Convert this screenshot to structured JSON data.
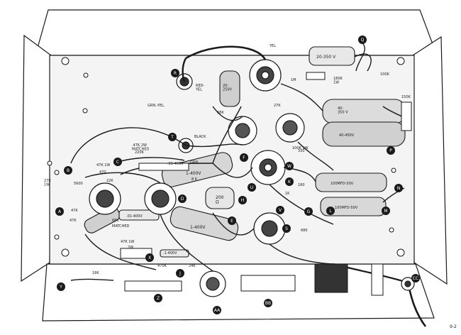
{
  "diagram": {
    "page_code": "9-2",
    "upper_labels": {
      "yel": "YEL",
      "cap_20_350": "20-350 V",
      "cap_20_250": "20-\n250V",
      "res_180k": "180K\n1W",
      "red_yel": "RED-\nYEL",
      "res_1m": "1M",
      "res_100k": "100K",
      "res_68k": "68K",
      "res_27k": "27K",
      "res_330": "330",
      "cap_top_right": "40-\n350 V",
      "cap_40_450": "40-450V",
      "res_150k": "150K",
      "grn_yel": "GRN.-YEL.",
      "black": "BLACK",
      "grn": "GRN",
      "res_2w": "100K 1W"
    },
    "left_labels": {
      "res_47k_2w": ".47K 2W\nMATCHED",
      "res_47k_1w": "47K 1W",
      "res_470": "470",
      "res_27k_1w": "27K\n1W",
      "res_22k": "22K",
      "res_5600": "5600",
      "res_47k_a": "47K",
      "res_47k_b": "47K",
      "res_47k_c": "47K 1W",
      "matched": "MATCHED",
      "res_68k": "68K",
      "res_2w": "2W",
      "res_18k": "18K",
      "res_470k": "470K",
      "res_24k": "24K",
      "cap_01_400": ".01-400V",
      "cap_01_400b": ".01-400V",
      "cap_1_400": ".1-400V",
      "res_8k": "8 K",
      "res_220k": "220K"
    },
    "center_labels": {
      "cap_1_400_a": "1-400V",
      "cap_1_400_b": "1-400V",
      "res_200": "200\nΩ",
      "cap_100_50a": "100MFD-50V",
      "cap_100_50b": "100MFD-50V",
      "res_180": "180",
      "res_1k": "1K",
      "res_68": "68K"
    },
    "markers": {
      "a": "A",
      "b": "B",
      "c": "C",
      "d": "D",
      "e": "E",
      "f": "F",
      "g": "G",
      "h": "H",
      "j": "J",
      "k": "K",
      "l": "L",
      "m": "M",
      "n": "N",
      "p": "P",
      "q": "Q",
      "r": "R",
      "s": "S",
      "t": "T",
      "u": "U",
      "v": "V",
      "w": "W",
      "x": "X",
      "y": "Y",
      "z": "Z",
      "aa": "AA",
      "bb": "BB",
      "cc": "CC"
    },
    "colors": {
      "ink": "#1a1a1a",
      "chassis": "#f2f2f2",
      "flange": "#ffffff",
      "shade": "#b5b5b5"
    }
  }
}
